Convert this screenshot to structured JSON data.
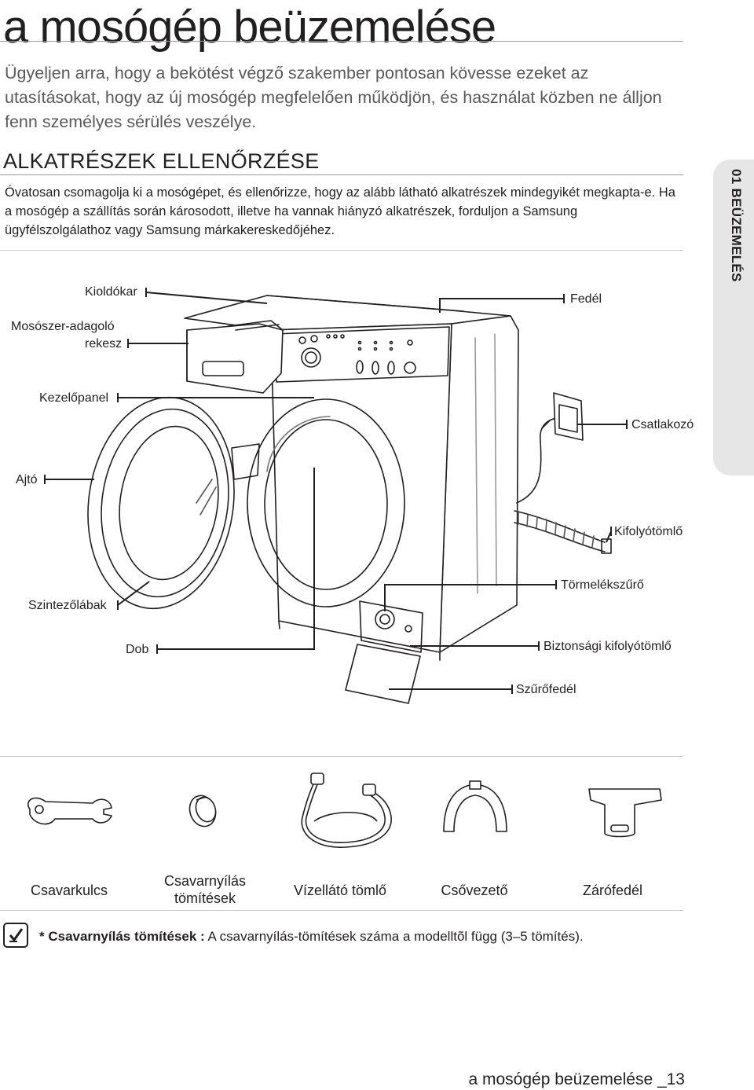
{
  "header": {
    "title": "a mosógép beüzemelése",
    "intro": "Ügyeljen arra, hogy a bekötést végző szakember pontosan kövesse ezeket az utasításokat, hogy az új mosógép megfelelően működjön, és használat közben ne álljon fenn személyes sérülés veszélye."
  },
  "section": {
    "title": "ALKATRÉSZEK ELLENŐRZÉSE",
    "body": "Óvatosan csomagolja ki a mosógépet, és ellenőrizze, hogy az alább látható alkatrészek mindegyikét megkapta-e. Ha a mosógép a szállítás során károsodott, illetve ha vannak hiányzó alkatrészek, forduljon a Samsung ügyfélszolgálathoz vagy Samsung márkakereskedőjéhez."
  },
  "side_tab": {
    "label": "01 BEÜZEMELÉS"
  },
  "diagram_labels": {
    "kioldokar": "Kioldókar",
    "mososzer_line1": "Mosószer-adagoló",
    "mososzer_line2": "rekesz",
    "kezelopanel": "Kezelőpanel",
    "ajto": "Ajtó",
    "szintezolabak": "Szintezőlábak",
    "dob": "Dob",
    "fedel": "Fedél",
    "csatlakozo": "Csatlakozó",
    "kifolyotomlo": "Kifolyótömlő",
    "tormelekszuro": "Törmelékszűrő",
    "biztonsagi": "Biztonsági kifolyótömlő",
    "szurofedel": "Szűrőfedél"
  },
  "accessories": [
    {
      "label": "Csavarkulcs"
    },
    {
      "label": "Csavarnyílás tömítések"
    },
    {
      "label": "Vízellátó tömlő"
    },
    {
      "label": "Csővezető"
    },
    {
      "label": "Zárófedél"
    }
  ],
  "note": {
    "bold": "* Csavarnyílás tömítések :",
    "text": " A csavarnyílás-tömítések száma a modelltõl függ (3–5 tömítés)."
  },
  "footer": {
    "text": "a mosógép beüzemelése _13"
  }
}
